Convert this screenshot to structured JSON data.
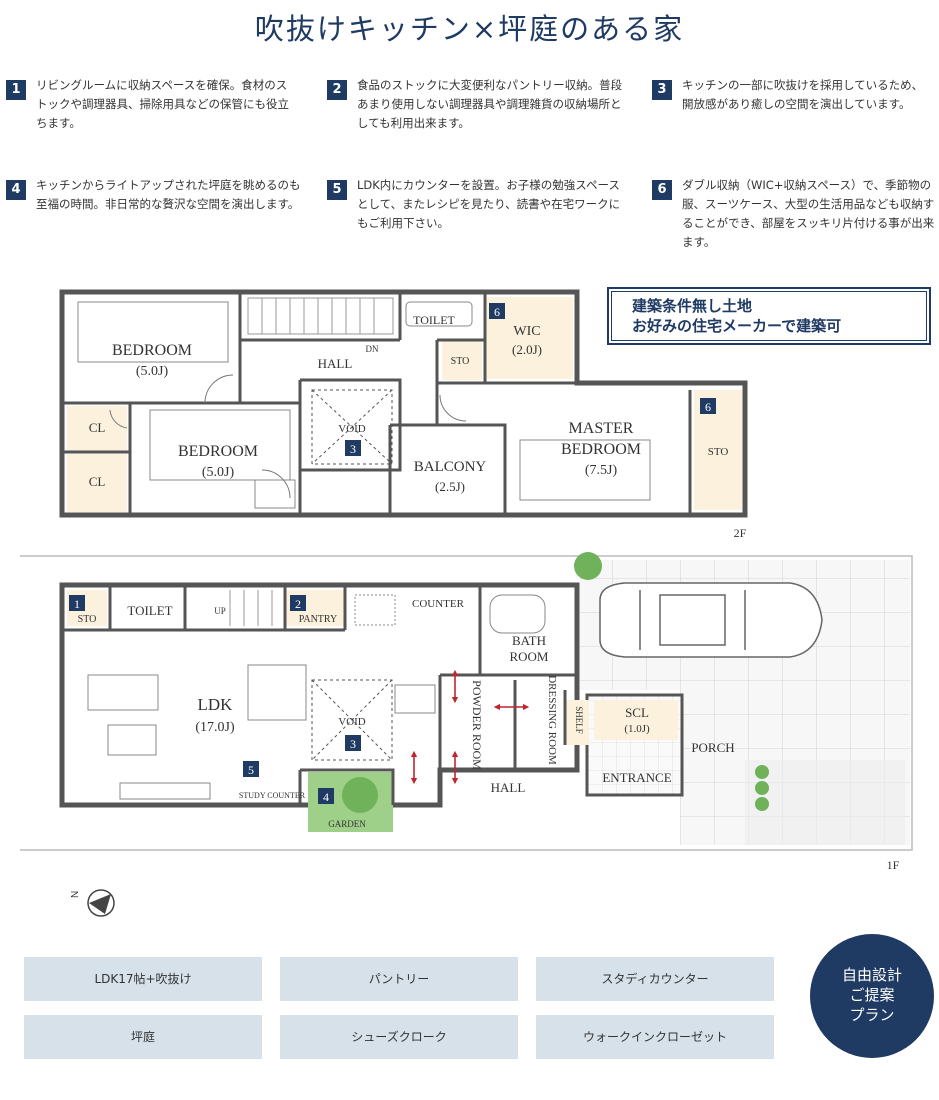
{
  "title": "吹抜けキッチン×坪庭のある家",
  "features": [
    {
      "num": "1",
      "text": "リビングルームに収納スペースを確保。食材のストックや調理器具、掃除用具などの保管にも役立ちます。"
    },
    {
      "num": "2",
      "text": "食品のストックに大変便利なパントリー収納。普段あまり使用しない調理器具や調理雑貨の収納場所としても利用出来ます。"
    },
    {
      "num": "3",
      "text": "キッチンの一部に吹抜けを採用しているため、開放感があり癒しの空間を演出しています。"
    },
    {
      "num": "4",
      "text": "キッチンからライトアップされた坪庭を眺めるのも至福の時間。非日常的な贅沢な空間を演出します。"
    },
    {
      "num": "5",
      "text": "LDK内にカウンターを設置。お子様の勉強スペースとして、またレシピを見たり、読書や在宅ワークにもご利用下さい。"
    },
    {
      "num": "6",
      "text": "ダブル収納（WIC+収納スペース）で、季節物の服、スーツケース、大型の生活用品なども収納することができ、部屋をスッキリ片付ける事が出来ます。"
    }
  ],
  "banner": {
    "line1": "建築条件無し土地",
    "line2": "お好みの住宅メーカーで建築可"
  },
  "floor2": {
    "label": "2F",
    "bedroom1": "BEDROOM",
    "bedroom1_size": "(5.0J)",
    "cl1": "CL",
    "cl2": "CL",
    "bedroom2": "BEDROOM",
    "bedroom2_size": "(5.0J)",
    "hall": "HALL",
    "dn": "DN",
    "void": "VOID",
    "void_num": "3",
    "toilet": "TOILET",
    "sto": "STO",
    "wic_num": "6",
    "wic": "WIC",
    "wic_size": "(2.0J)",
    "balcony": "BALCONY",
    "balcony_size": "(2.5J)",
    "master1": "MASTER",
    "master2": "BEDROOM",
    "master_size": "(7.5J)",
    "sto2_num": "6",
    "sto2": "STO"
  },
  "floor1": {
    "label": "1F",
    "sto_num": "1",
    "sto": "STO",
    "toilet": "TOILET",
    "up": "UP",
    "pantry_num": "2",
    "pantry": "PANTRY",
    "counter": "COUNTER",
    "bath1": "BATH",
    "bath2": "ROOM",
    "ldk": "LDK",
    "ldk_size": "(17.0J)",
    "void": "VOID",
    "void_num": "3",
    "powder": "POWDER ROOM",
    "dressing": "DRESSING ROOM",
    "shelf": "SHELF",
    "scl": "SCL",
    "scl_size": "(1.0J)",
    "porch": "PORCH",
    "entrance": "ENTRANCE",
    "hall": "HALL",
    "study_num": "5",
    "study": "STUDY COUNTER",
    "garden_num": "4",
    "garden": "GARDEN"
  },
  "north": "N",
  "tags": [
    "LDK17帖+吹抜け",
    "パントリー",
    "スタディカウンター",
    "坪庭",
    "シューズクローク",
    "ウォークインクローゼット"
  ],
  "plan_badge": [
    "自由設計",
    "ご提案",
    "プラン"
  ],
  "colors": {
    "navy": "#1f3a63",
    "tag_bg": "#d6e1ea",
    "storage": "#fbf1dc",
    "garden": "#9fd089",
    "arrow": "#c0262d"
  }
}
